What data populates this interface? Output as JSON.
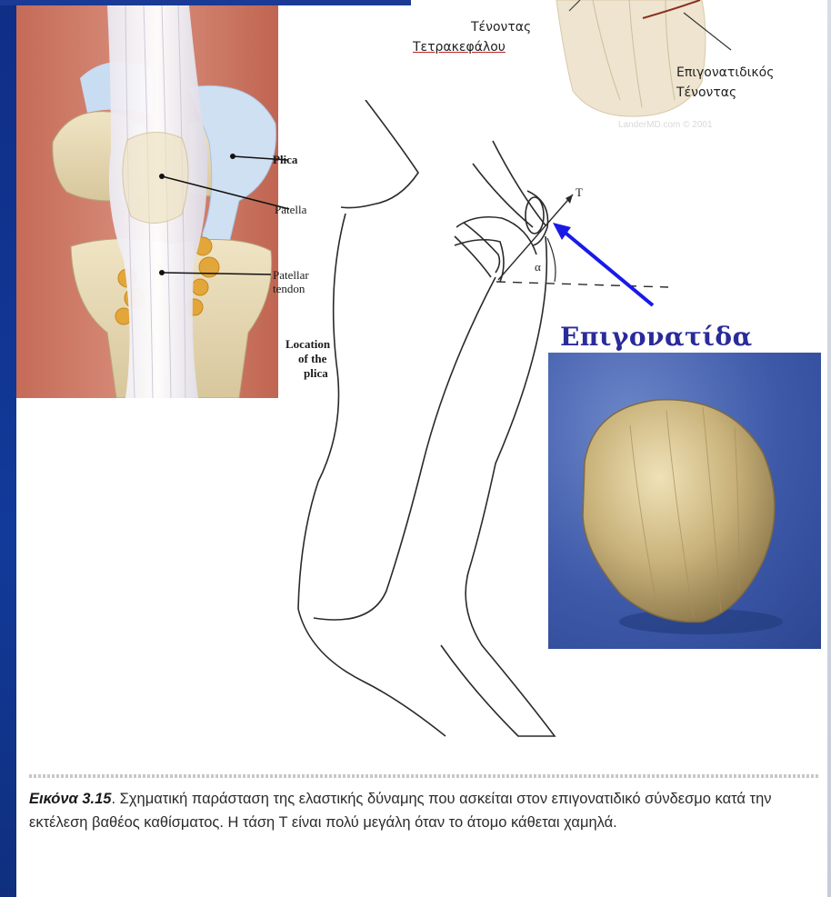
{
  "knee_illustration": {
    "labels": {
      "plica": "Plica",
      "patella": "Patella",
      "patellar_tendon_line1": "Patellar",
      "patellar_tendon_line2": "tendon",
      "location_line1": "Location",
      "location_line2": "of the",
      "location_line3": "plica"
    }
  },
  "tendon_sketch": {
    "quadriceps_line1": "Τένοντας",
    "quadriceps_line2": "Τετρακεφάλου",
    "patellar_line1": "Επιγονατιδικός",
    "patellar_line2": "Τένοντας",
    "watermark": "LanderMD.com © 2001"
  },
  "leg_diagram": {
    "force_label": "T",
    "angle_label": "α",
    "arrow_color": "#1a1ae6"
  },
  "patella_title": "Επιγονατίδα",
  "caption": {
    "figure_ref": "Εικόνα 3.15",
    "text": ". Σχηματική παράσταση της ελαστικής δύναμης που ασκείται στον επιγονατιδικό σύνδεσμο κατά την εκτέλεση βαθέος καθίσματος. Η τάση Τ είναι πολύ μεγάλη όταν το άτομο κάθεται χαμηλά."
  },
  "colors": {
    "frame_blue": "#123a9a",
    "title_color": "#2a2b9a",
    "photo_background": "#3d59a8"
  }
}
